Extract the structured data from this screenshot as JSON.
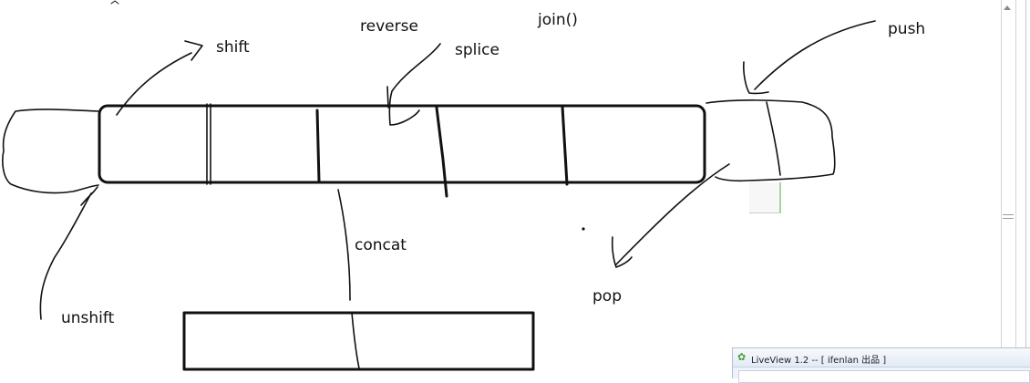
{
  "labels": {
    "shift": "shift",
    "reverse": "reverse",
    "splice": "splice",
    "join": "join()",
    "push": "push",
    "concat": "concat",
    "pop": "pop",
    "unshift": "unshift"
  },
  "liveview": {
    "title": "LiveView 1.2 -- [ ifenlan 出品 ]",
    "icon": "gear-icon"
  },
  "colors": {
    "ink": "#111111",
    "background": "#ffffff"
  }
}
